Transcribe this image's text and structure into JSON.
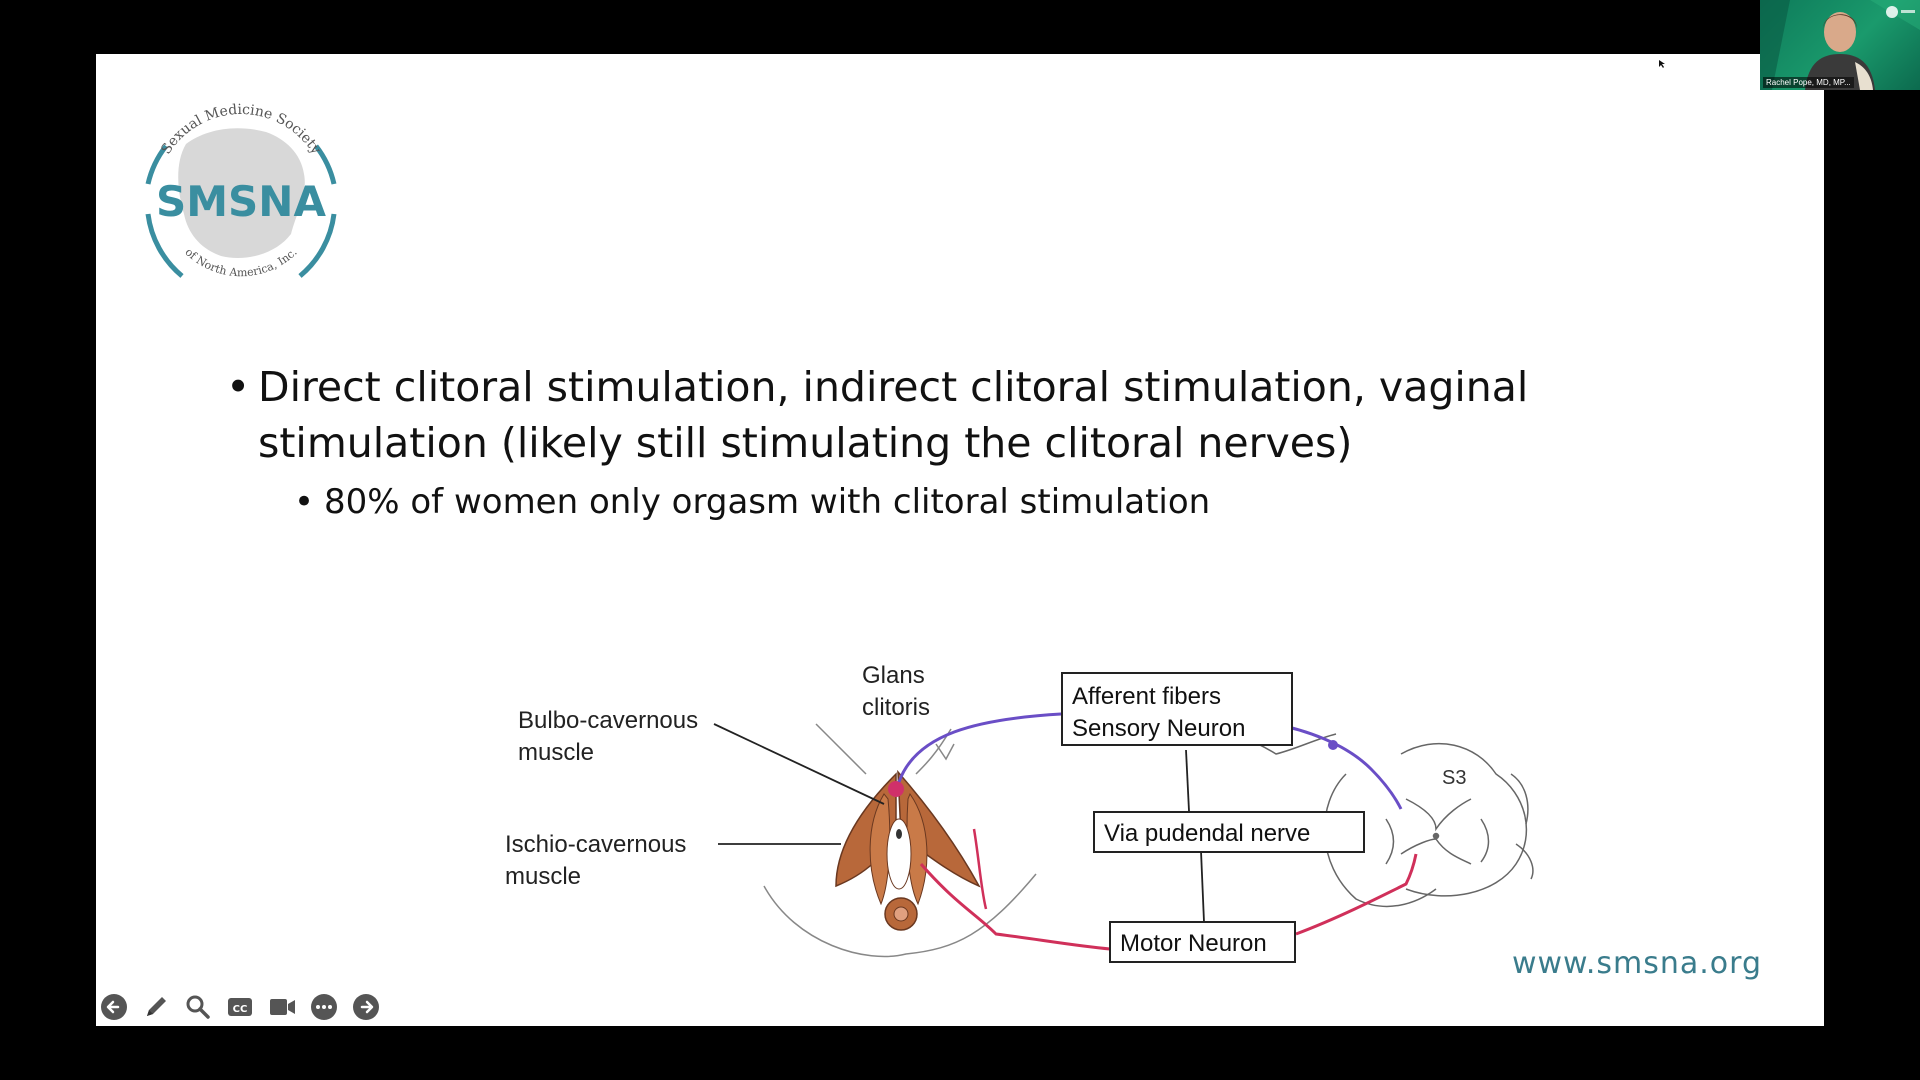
{
  "slide": {
    "logo": {
      "top_text": "Sexual Medicine Society",
      "main_text": "SMSNA",
      "bottom_text": "of North America, Inc.",
      "color": "#3a8ea0"
    },
    "bullets": [
      {
        "text": "Direct clitoral stimulation, indirect clitoral stimulation, vaginal stimulation (likely still stimulating the clitoral nerves)",
        "sub": [
          "80% of women only orgasm with clitoral stimulation"
        ]
      }
    ],
    "bullet_char": "•",
    "diagram": {
      "labels": {
        "glans_1": "Glans",
        "glans_2": "clitoris",
        "bulbo_1": "Bulbo-cavernous",
        "bulbo_2": "muscle",
        "ischio_1": "Ischio-cavernous",
        "ischio_2": "muscle",
        "afferent_1": "Afferent fibers",
        "afferent_2": "Sensory Neuron",
        "pudendal": "Via pudendal nerve",
        "motor": "Motor Neuron",
        "s3": "S3"
      },
      "colors": {
        "sensory": "#6a4ec6",
        "motor": "#d0305a",
        "muscle": "#b8683a"
      }
    },
    "url": "www.smsna.org"
  },
  "toolbar": {
    "icons": [
      "back-arrow-icon",
      "pen-icon",
      "zoom-icon",
      "closed-caption-icon",
      "video-camera-icon",
      "more-options-icon",
      "forward-arrow-icon"
    ]
  },
  "video_tile": {
    "participant_name": "Rachel Pope, MD, MP..."
  }
}
